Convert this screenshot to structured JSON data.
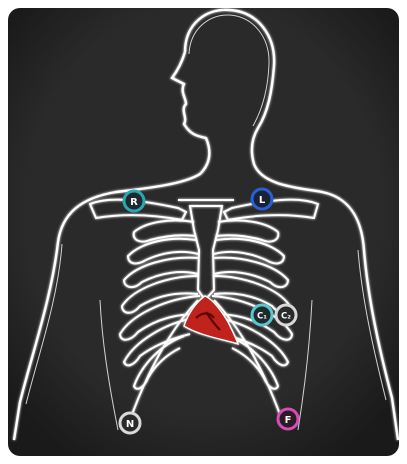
{
  "colors": {
    "panel": "#262626",
    "outline": "#ffffff",
    "heart_fill": "#c0201a",
    "heart_dark": "#7a0f0c"
  },
  "electrodes": [
    {
      "id": "R",
      "label": "R",
      "ring": "#2aa7b3",
      "name": "electrode-r"
    },
    {
      "id": "L",
      "label": "L",
      "ring": "#2a5fd6",
      "name": "electrode-l"
    },
    {
      "id": "C1",
      "label": "C₁",
      "ring": "#58c7cf",
      "name": "electrode-c1"
    },
    {
      "id": "C2",
      "label": "C₂",
      "ring": "#d9d9d9",
      "name": "electrode-c2"
    },
    {
      "id": "N",
      "label": "N",
      "ring": "#d9d9d9",
      "name": "electrode-n"
    },
    {
      "id": "F",
      "label": "F",
      "ring": "#d44fb0",
      "name": "electrode-f"
    }
  ]
}
